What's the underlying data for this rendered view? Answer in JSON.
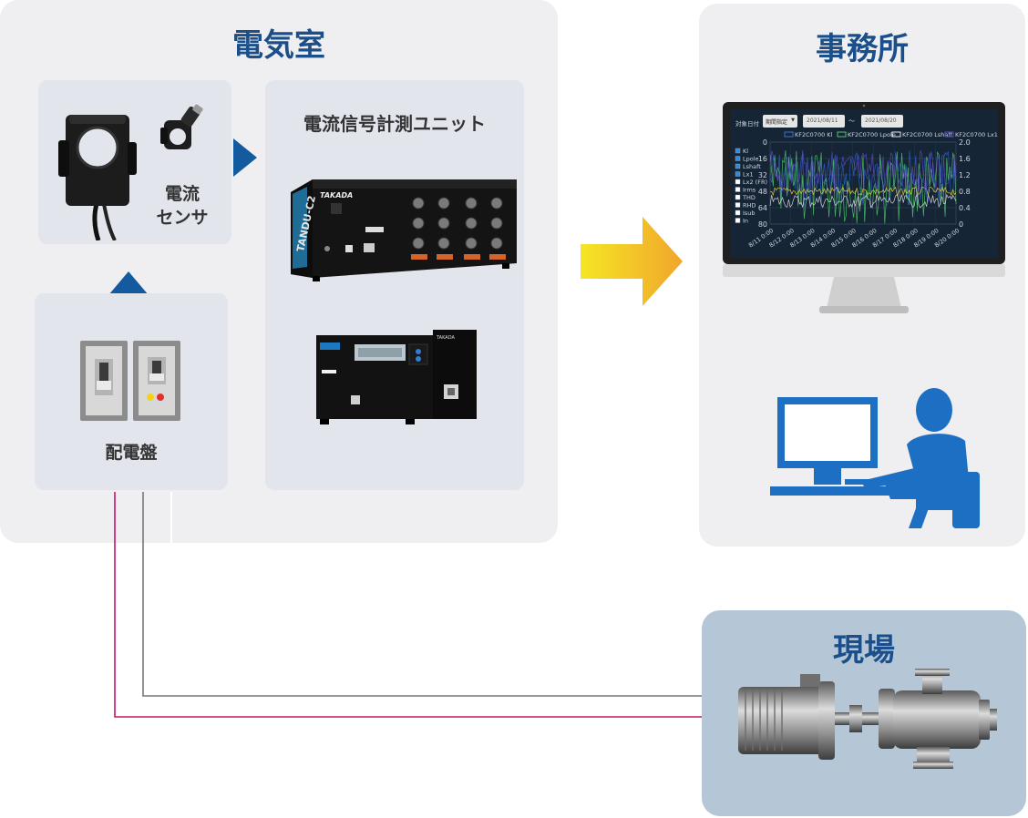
{
  "electrical_room": {
    "title": "電気室",
    "sensor_label_line1": "電流",
    "sensor_label_line2": "センサ",
    "panelboard_label": "配電盤",
    "unit_title": "電流信号計測ユニット",
    "unit_brand": "TAKADA",
    "unit_model": "TANDU-C2",
    "unit2_brand": "TAKADA"
  },
  "office": {
    "title": "事務所",
    "monitor": {
      "date_filter_label": "対象日付",
      "period_select": "期間指定",
      "date_from": "2021/08/11",
      "date_sep": "〜",
      "date_to": "2021/08/20",
      "legend": [
        "KF2C0700 Kl",
        "KF2C0700 Lpole",
        "KF2C0700 Lshaft",
        "KF2C0700 Lx1"
      ],
      "checkboxes": [
        {
          "label": "Kl",
          "checked": true
        },
        {
          "label": "Lpole",
          "checked": true
        },
        {
          "label": "Lshaft",
          "checked": true
        },
        {
          "label": "Lx1",
          "checked": true
        },
        {
          "label": "Lx2 (FR)",
          "checked": false
        },
        {
          "label": "Irms",
          "checked": false
        },
        {
          "label": "THD",
          "checked": false
        },
        {
          "label": "RHD",
          "checked": false
        },
        {
          "label": "Isub",
          "checked": false
        },
        {
          "label": "In",
          "checked": false
        }
      ],
      "left_ticks": [
        "0",
        "16",
        "32",
        "48",
        "64",
        "80"
      ],
      "right_ticks": [
        "2.0",
        "1.6",
        "1.2",
        "0.8",
        "0.4",
        "0"
      ],
      "x_ticks": [
        "8/11 0:00",
        "8/12 0:00",
        "8/13 0:00",
        "8/14 0:00",
        "8/15 0:00",
        "8/16 0:00",
        "8/17 0:00",
        "8/18 0:00",
        "8/19 0:00",
        "8/20 0:00"
      ]
    }
  },
  "site": {
    "title": "現場"
  },
  "colors": {
    "room_bg": "#efeff1",
    "card_bg": "#e3e5ed",
    "title_blue": "#1a4f8b",
    "arrow_blue": "#135b9e",
    "site_bg": "#b5c7d7",
    "line_magenta": "#c2186d",
    "line_gray": "#777777",
    "arrow_gradient_start": "#f5e624",
    "arrow_gradient_end": "#f0a62b"
  }
}
